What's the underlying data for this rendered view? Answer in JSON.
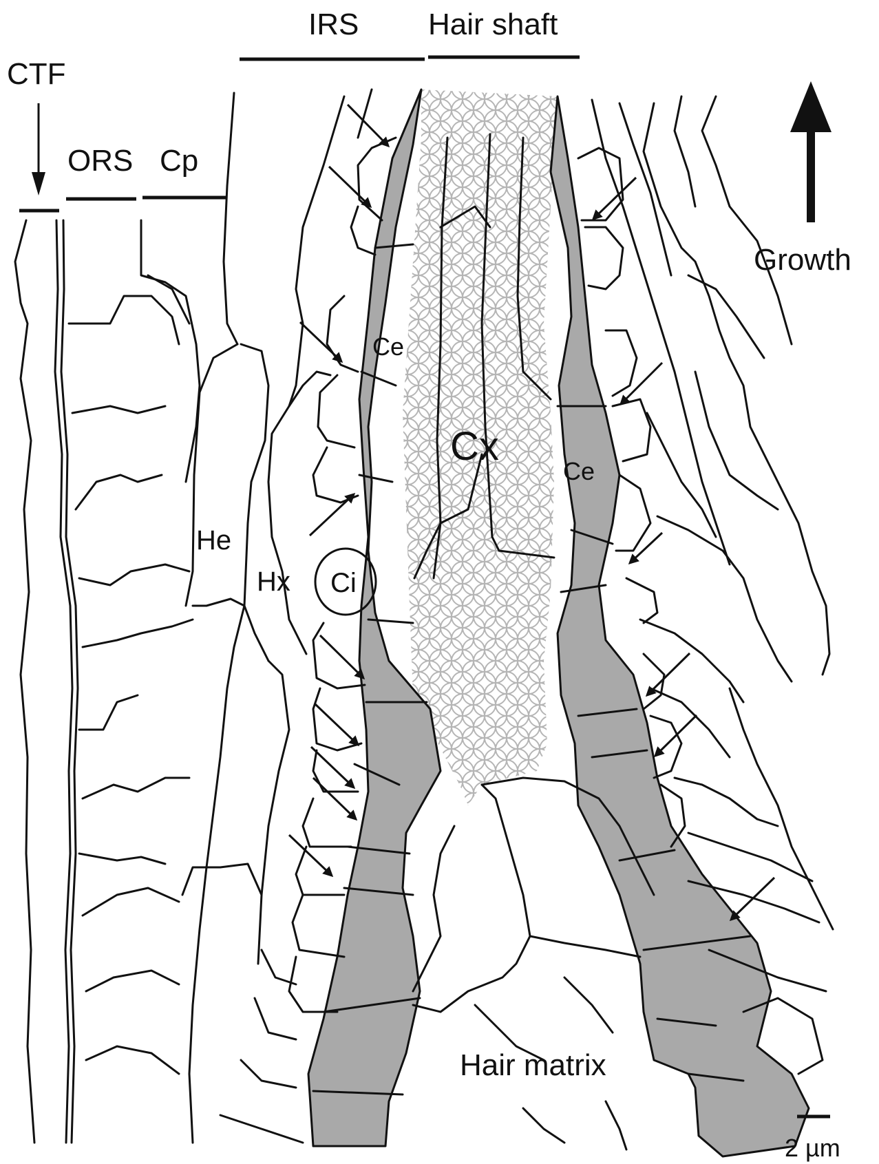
{
  "labels": {
    "irs": "IRS",
    "hair_shaft": "Hair shaft",
    "ctf": "CTF",
    "ors": "ORS",
    "cp": "Cp",
    "growth": "Growth",
    "ce_left": "Ce",
    "ce_right": "Ce",
    "cx": "Cx",
    "he": "He",
    "hx": "Hx",
    "ci": "Ci",
    "hair_matrix": "Hair matrix",
    "scale": "2 µm"
  },
  "colors": {
    "line": "#111111",
    "cuticle_fill": "#a9a9a9",
    "cortex_pattern": "#b5b5b5"
  }
}
